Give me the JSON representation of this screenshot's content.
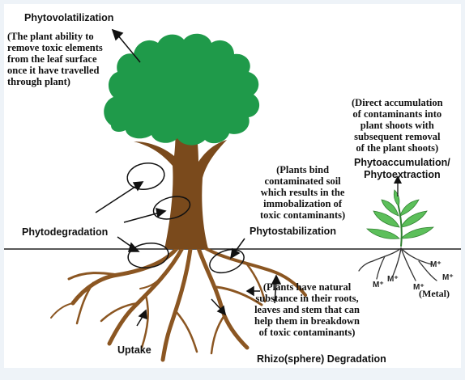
{
  "labels": {
    "phytovolatilization": "Phytovolatilization",
    "phytovolatilization_note": "(The plant ability to\nremove toxic elements\nfrom the leaf surface\nonce it have travelled\nthrough plant)",
    "phytoaccumulation_note": "(Direct accumulation\nof contaminants into\nplant shoots with\nsubsequent removal\nof the plant shoots)",
    "phytoaccumulation": "Phytoaccumulation/\nPhytoextraction",
    "phytostabilization_note": "(Plants bind\ncontaminated soil\nwhich results in the\nimmobalization of\ntoxic contaminants)",
    "phytodegradation": "Phytodegradation",
    "phytostabilization": "Phytostabilization",
    "rhizo_note": "(Plants have natural\nsubstance in their roots,\nleaves and stem that can\nhelp them in breakdown\nof toxic contaminants)",
    "uptake": "Uptake",
    "rhizo": "Rhizo(sphere) Degradation",
    "metal_ions": [
      "M⁺",
      "M⁺",
      "M⁺",
      "M⁺",
      "M⁺"
    ],
    "metal": "(Metal)"
  },
  "colors": {
    "canopy": "#1f9a4a",
    "trunk": "#7a4a1c",
    "roots": "#8b5622",
    "small_plant": "#5cbf5a",
    "ground_line": "#222222"
  }
}
